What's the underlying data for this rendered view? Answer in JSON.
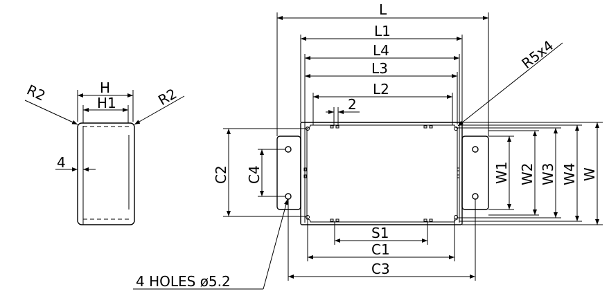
{
  "drawing": {
    "side_view": {
      "H": "H",
      "H1": "H1",
      "R_left": "R2",
      "R_right": "R2",
      "wall": "4"
    },
    "top_view": {
      "L": "L",
      "L1": "L1",
      "L4": "L4",
      "L3": "L3",
      "L2": "L2",
      "gap": "2",
      "radius": "R5x4",
      "W1": "W1",
      "W2": "W2",
      "W3": "W3",
      "W4": "W4",
      "W": "W",
      "C2": "C2",
      "C4": "C4",
      "S1": "S1",
      "C1": "C1",
      "C3": "C3",
      "holes": "4 HOLES ø5.2"
    }
  }
}
